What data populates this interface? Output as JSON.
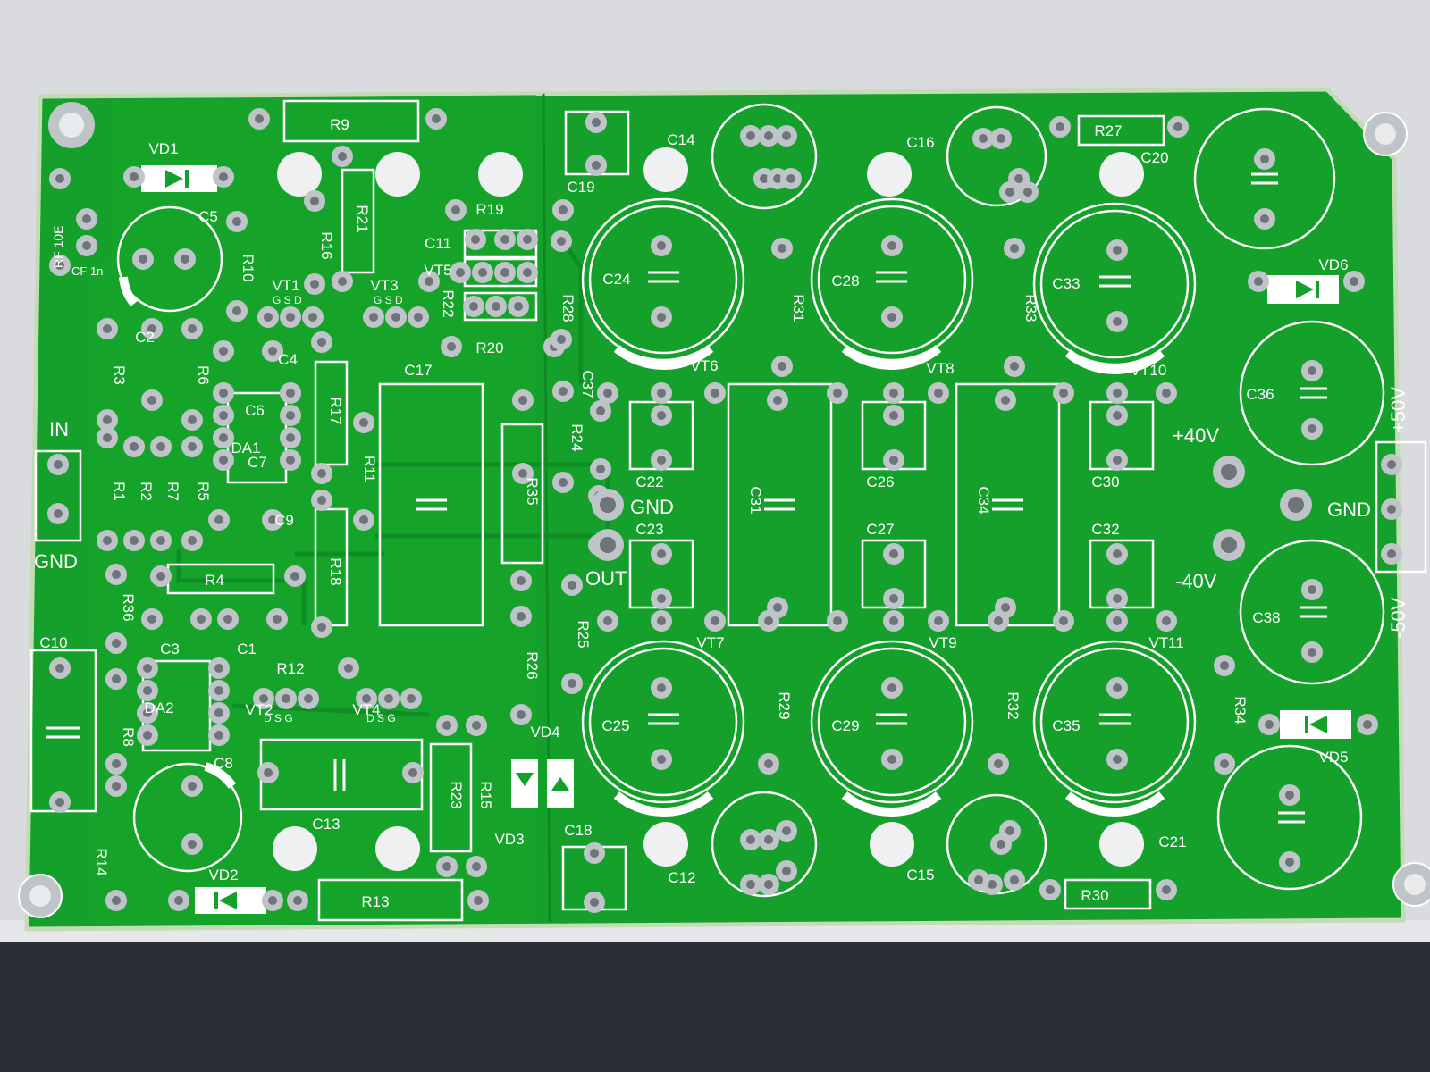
{
  "colors": {
    "board": "#14a02a",
    "board_dark": "#0f8a23",
    "silk": "#ffffff",
    "pad": "#bfc4c8",
    "pad_hole": "#6e7478",
    "table": "#d9dbde",
    "table_shadow": "#2a2d33",
    "substrate": "#cfe3c6"
  },
  "labels": {
    "in": "IN",
    "gnd_in": "GND",
    "gnd_out": "GND",
    "out": "OUT",
    "gnd_psu": "GND",
    "plus40": "+40V",
    "minus40": "-40V",
    "plus50": "+50V",
    "minus50": "-50V",
    "rf": "RF 10E",
    "cf": "CF 1n",
    "vt1_pins": "G S D",
    "vt3_pins": "G S D",
    "vt2_pins": "D S G",
    "vt4_pins": "D S G"
  },
  "resistors": [
    "R9",
    "R21",
    "R16",
    "R10",
    "R3",
    "R6",
    "R1",
    "R2",
    "R7",
    "R5",
    "R4",
    "R17",
    "R11",
    "R18",
    "R12",
    "R36",
    "R8",
    "R14",
    "R13",
    "R23",
    "R15",
    "R19",
    "R20",
    "R28",
    "R22",
    "R24",
    "R35",
    "R25",
    "R26",
    "R31",
    "R33",
    "R27",
    "R29",
    "R32",
    "R34",
    "R30"
  ],
  "capacitors": [
    "C5",
    "C2",
    "C4",
    "C6",
    "C7",
    "C9",
    "C3",
    "C1",
    "C10",
    "C8",
    "C13",
    "C17",
    "C11",
    "C37",
    "C19",
    "C14",
    "C24",
    "C22",
    "C23",
    "C31",
    "C16",
    "C28",
    "C26",
    "C27",
    "C34",
    "C33",
    "C30",
    "C32",
    "C20",
    "C36",
    "C38",
    "C21",
    "C25",
    "C29",
    "C35",
    "C12",
    "C15",
    "C18"
  ],
  "semis": [
    "VD1",
    "VD2",
    "VD3",
    "VD4",
    "VD5",
    "VD6",
    "DA1",
    "DA2",
    "VT1",
    "VT2",
    "VT3",
    "VT4",
    "VT5",
    "VT6",
    "VT7",
    "VT8",
    "VT9",
    "VT10",
    "VT11"
  ]
}
